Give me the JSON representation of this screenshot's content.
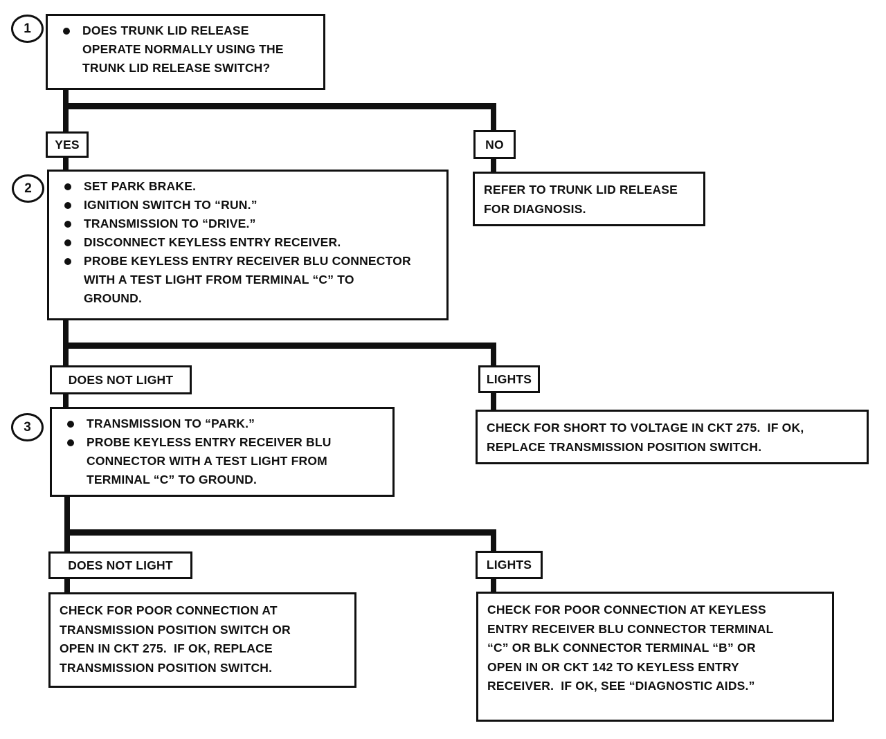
{
  "diagram": {
    "type": "troubleshooting-flowchart",
    "subject": "Trunk lid release / keyless entry receiver diagnosis",
    "colors": {
      "ink": "#101010",
      "background": "#ffffff"
    }
  },
  "badges": {
    "step1": "1",
    "step2": "2",
    "step3": "3"
  },
  "nodes": {
    "question1": {
      "bullets": [
        "DOES TRUNK LID RELEASE\nOPERATE NORMALLY USING THE\nTRUNK LID RELEASE SWITCH?"
      ]
    },
    "branch1": {
      "yes": "YES",
      "no": "NO"
    },
    "refer": {
      "text": "REFER TO TRUNK LID RELEASE\nFOR DIAGNOSIS."
    },
    "step2": {
      "bullets": [
        "SET PARK BRAKE.",
        "IGNITION SWITCH TO “RUN.”",
        "TRANSMISSION TO “DRIVE.”",
        "DISCONNECT KEYLESS ENTRY RECEIVER.",
        "PROBE KEYLESS ENTRY RECEIVER BLU CONNECTOR\nWITH A TEST LIGHT FROM TERMINAL “C” TO\nGROUND."
      ]
    },
    "branch2": {
      "left": "DOES NOT LIGHT",
      "right": "LIGHTS"
    },
    "lights2_result": {
      "text": "CHECK FOR SHORT TO VOLTAGE IN CKT 275.  IF OK,\nREPLACE TRANSMISSION POSITION SWITCH."
    },
    "step3": {
      "bullets": [
        "TRANSMISSION TO “PARK.”",
        "PROBE KEYLESS ENTRY RECEIVER BLU\nCONNECTOR WITH A TEST LIGHT FROM\nTERMINAL “C” TO GROUND."
      ]
    },
    "branch3": {
      "left": "DOES NOT LIGHT",
      "right": "LIGHTS"
    },
    "bottom_left": {
      "text": "CHECK FOR POOR CONNECTION AT\nTRANSMISSION POSITION SWITCH OR\nOPEN IN CKT 275.  IF OK, REPLACE\nTRANSMISSION POSITION SWITCH."
    },
    "bottom_right": {
      "text": "CHECK FOR POOR CONNECTION AT KEYLESS\nENTRY RECEIVER BLU CONNECTOR TERMINAL\n“C” OR BLK CONNECTOR TERMINAL “B” OR\nOPEN IN OR CKT 142 TO KEYLESS ENTRY\nRECEIVER.  IF OK, SEE “DIAGNOSTIC AIDS.”"
    }
  }
}
